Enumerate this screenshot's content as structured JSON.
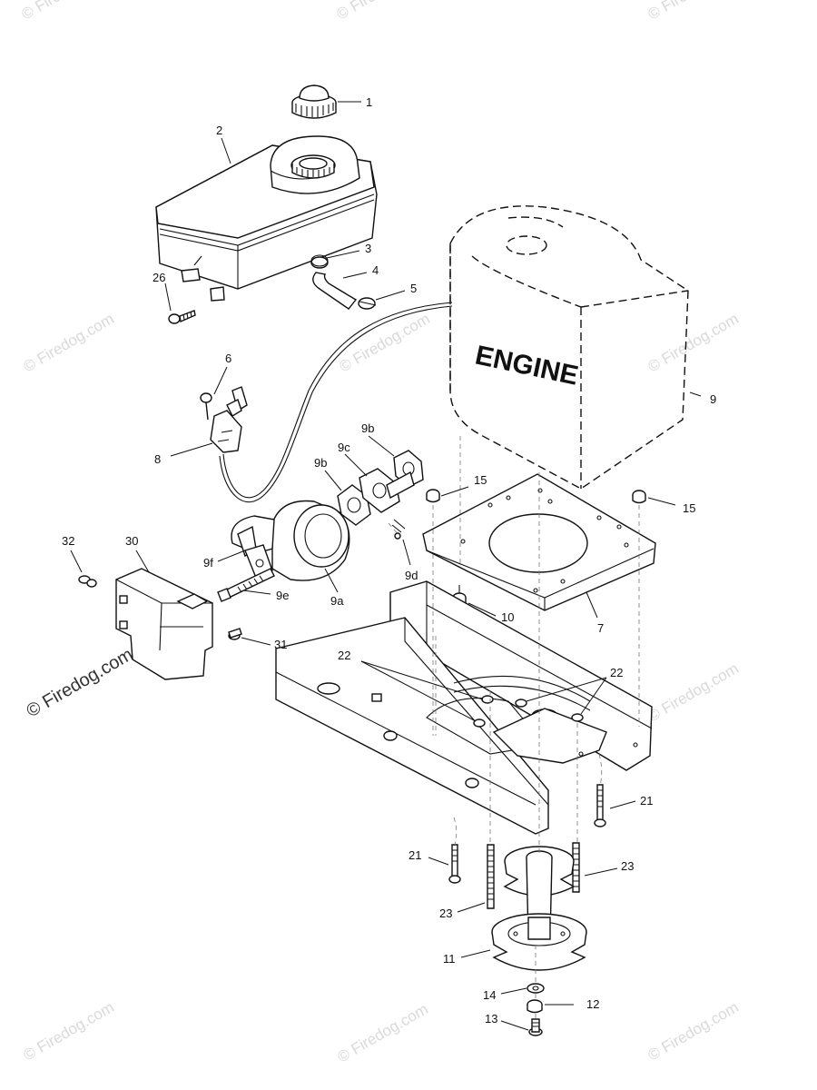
{
  "watermark": {
    "text": "© Firedog.com",
    "prominent_text": "© Firedog.com"
  },
  "engine_label": "ENGINE",
  "callouts": {
    "c1": "1",
    "c2": "2",
    "c3": "3",
    "c4": "4",
    "c5": "5",
    "c26": "26",
    "c6": "6",
    "c8": "8",
    "c9": "9",
    "c9b_left": "9b",
    "c9c": "9c",
    "c9b_right": "9b",
    "c9d": "9d",
    "c9a": "9a",
    "c9f": "9f",
    "c9e": "9e",
    "c15_left": "15",
    "c15_right": "15",
    "c10": "10",
    "c7": "7",
    "c32": "32",
    "c30": "30",
    "c31": "31",
    "c22_left": "22",
    "c22_right": "22",
    "c21_right": "21",
    "c21_left": "21",
    "c23_right": "23",
    "c23_left": "23",
    "c11": "11",
    "c14": "14",
    "c12": "12",
    "c13": "13"
  }
}
